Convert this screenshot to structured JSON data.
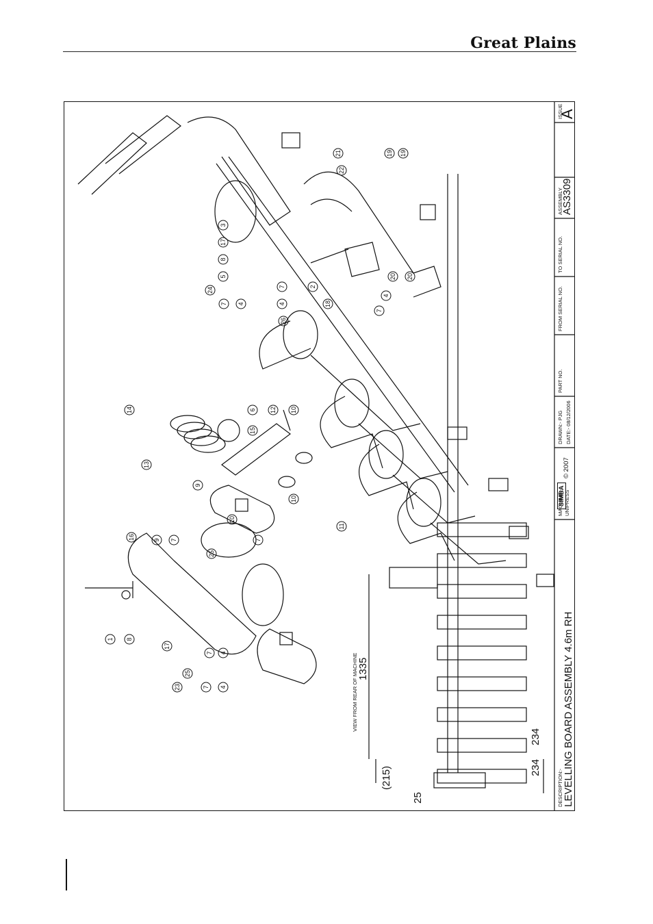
{
  "header": {
    "brand": "Great Plains"
  },
  "drawing": {
    "view_label": "VIEW FROM REAR OF MACHINE",
    "dimensions": {
      "overall": "1335",
      "pitch_a": "234",
      "pitch_b": "234",
      "offset": "(215)",
      "edge": "25"
    },
    "balloons": [
      "1",
      "8",
      "17",
      "23",
      "25",
      "7",
      "4",
      "7",
      "4",
      "16",
      "25",
      "7",
      "9",
      "7",
      "9",
      "13",
      "10",
      "10",
      "14",
      "15",
      "6",
      "12",
      "10",
      "11",
      "26",
      "24",
      "7",
      "4",
      "3",
      "17",
      "8",
      "5",
      "7",
      "4",
      "2",
      "18",
      "7",
      "4",
      "20",
      "20",
      "21",
      "22",
      "19",
      "19"
    ]
  },
  "title_block": {
    "description_label": "DESCRIPTION:-",
    "description": "LEVELLING BOARD ASSEMBLY 4.6m RH",
    "machine_label": "MACHINE:-",
    "machine": "UNIPRESS",
    "logo": "SIMBA",
    "copyright": "© 2007",
    "drawn": "DRAWN:- PJG",
    "date": "DATE:- 08/12/2006",
    "part_no_label": "PART NO.",
    "from_serial_label": "FROM SERIAL NO.",
    "to_serial_label": "TO SERIAL NO.",
    "assembly_label": "ASSEMBLY",
    "assembly": "AS3309",
    "issue_label": "ISSUE",
    "issue": "A"
  }
}
